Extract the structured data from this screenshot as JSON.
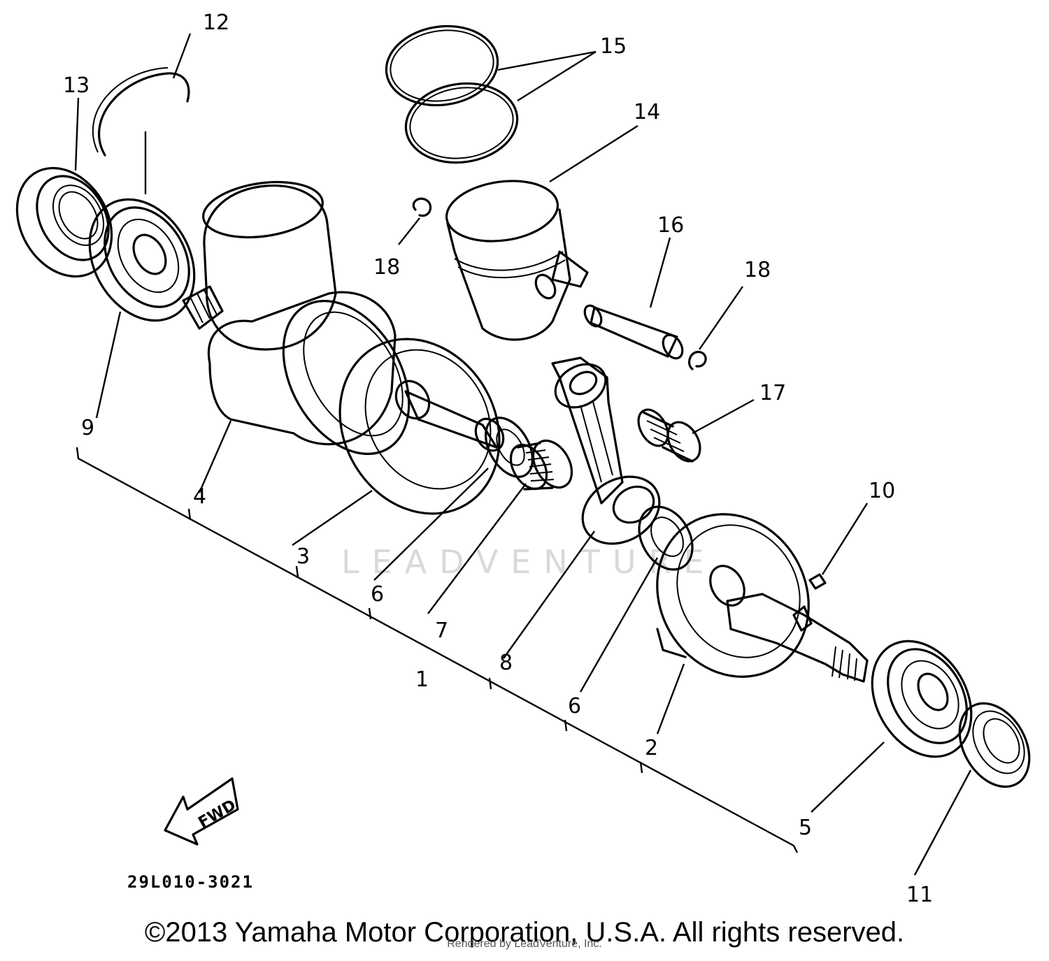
{
  "callouts": [
    "1",
    "2",
    "3",
    "4",
    "5",
    "6",
    "6",
    "7",
    "8",
    "9",
    "10",
    "11",
    "12",
    "13",
    "14",
    "15",
    "16",
    "17",
    "18",
    "18"
  ],
  "diagram_code": "29L010-3021",
  "fwd_label": "FWD",
  "watermark": "LEADVENTURE",
  "copyright": "©2013 Yamaha Motor Corporation, U.S.A. All rights reserved.",
  "rendered_by": "Rendered by LeadVenture, Inc."
}
